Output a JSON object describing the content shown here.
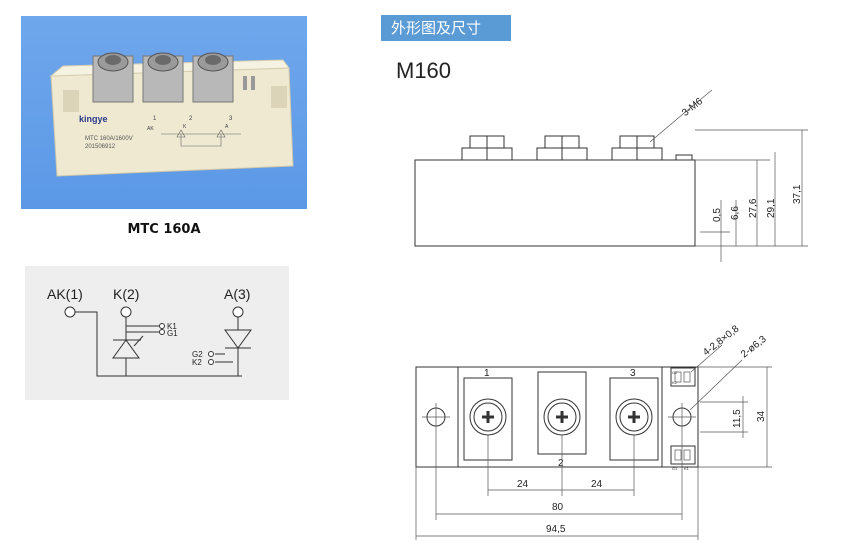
{
  "photo": {
    "brand": "kingye",
    "marking_model": "MTC 160A/1600V",
    "marking_serial": "201506912",
    "terminal_labels": [
      "1",
      "2",
      "3"
    ],
    "pin_labels": [
      "AK",
      "K",
      "A"
    ],
    "colors": {
      "background": "#5b98e6",
      "module_body": "#f1ecd6"
    }
  },
  "caption": "MTC 160A",
  "circuit": {
    "ak": "AK(1)",
    "k": "K(2)",
    "a": "A(3)",
    "k1": "K1",
    "g1": "G1",
    "g2": "G2",
    "k2": "K2"
  },
  "section_title": "外形图及尺寸",
  "model": "M160",
  "side_view": {
    "thread_label": "3-M6",
    "dims": [
      "0,5",
      "6,6",
      "27,6",
      "29,1",
      "37,1"
    ]
  },
  "top_view": {
    "terminal_numbers": [
      "1",
      "2",
      "3"
    ],
    "hole_label": "2-ø6,3",
    "tab_label": "4-2,8×0,8",
    "dim_11_5": "11,5",
    "dim_34": "34",
    "dim_24a": "24",
    "dim_24b": "24",
    "dim_80": "80",
    "dim_94_5": "94,5",
    "small_labels": [
      "G2",
      "K2",
      "G1",
      "K1"
    ]
  }
}
